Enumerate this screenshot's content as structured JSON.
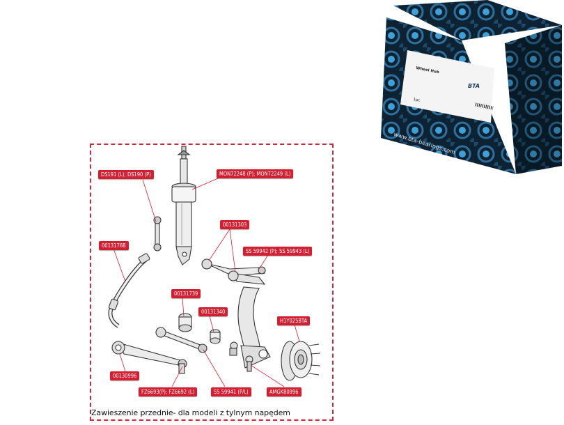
{
  "diagram": {
    "caption": "Zawieszenie przednie- dla modeli z tylnym napędem",
    "labels": {
      "ds191": "DS191 (L);  DS190 (P)",
      "mon72248": "MON72248 (P);  MON72249 (L)",
      "l00131303": "00131303",
      "ss59942": "SS 59942 (P); SS 59943 (L)",
      "l0013176b": "0013176B",
      "l00131739": "00131739",
      "l00131340": "00131340",
      "h1y025bta": "H1Y025BTA",
      "l00130996": "00130996",
      "fz6693": "FZ6693(P); FZ6692 (L)",
      "ss59941": "SS 59941 (P/L)",
      "amgk80996": "AMGK80996"
    },
    "colors": {
      "accent": "#d21f32",
      "frame": "#d0263a",
      "part": "#444444"
    }
  },
  "box": {
    "title": "Wheel Hub",
    "quantity": "1pc",
    "website": "www.bta-bearings.com",
    "brand": "BTA"
  }
}
